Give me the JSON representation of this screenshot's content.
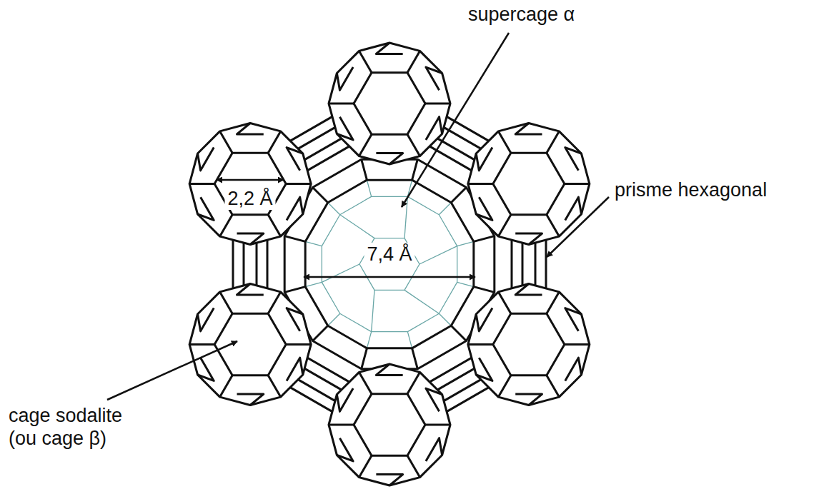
{
  "diagram": {
    "labels": [
      "supercage α",
      "2,2 Å",
      "7,4 Å",
      "prisme hexagonal",
      "cage sodalite (ou cage β)"
    ]
  }
}
